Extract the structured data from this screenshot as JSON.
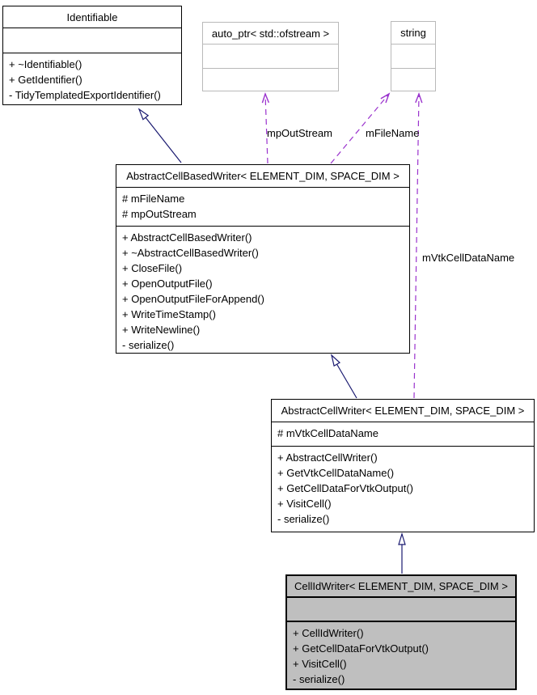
{
  "diagram_type": "uml-class-diagram",
  "colors": {
    "inheritance_arrow": "#191970",
    "usage_arrow": "#9a32cd",
    "highlight_fill": "#bfbfbf",
    "external_border": "#b9b9b9",
    "box_border": "#000000",
    "box_fill": "#ffffff"
  },
  "boxes": {
    "identifiable": {
      "title": "Identifiable",
      "attributes": [],
      "methods": [
        "+ ~Identifiable()",
        "+ GetIdentifier()",
        "- TidyTemplatedExportIdentifier()"
      ]
    },
    "auto_ptr": {
      "title": "auto_ptr< std::ofstream >",
      "attributes": [],
      "methods": []
    },
    "string": {
      "title": "string",
      "attributes": [],
      "methods": []
    },
    "abstract_cell_based_writer": {
      "title": "AbstractCellBasedWriter< ELEMENT_DIM, SPACE_DIM >",
      "attributes": [
        "# mFileName",
        "# mpOutStream"
      ],
      "methods": [
        "+ AbstractCellBasedWriter()",
        "+ ~AbstractCellBasedWriter()",
        "+ CloseFile()",
        "+ OpenOutputFile()",
        "+ OpenOutputFileForAppend()",
        "+ WriteTimeStamp()",
        "+ WriteNewline()",
        "- serialize()"
      ]
    },
    "abstract_cell_writer": {
      "title": "AbstractCellWriter< ELEMENT_DIM, SPACE_DIM >",
      "attributes": [
        "# mVtkCellDataName"
      ],
      "methods": [
        "+ AbstractCellWriter()",
        "+ GetVtkCellDataName()",
        "+ GetCellDataForVtkOutput()",
        "+ VisitCell()",
        "- serialize()"
      ]
    },
    "cell_id_writer": {
      "title": "CellIdWriter< ELEMENT_DIM, SPACE_DIM >",
      "attributes": [],
      "methods": [
        "+ CellIdWriter()",
        "+ GetCellDataForVtkOutput()",
        "+ VisitCell()",
        "- serialize()"
      ]
    }
  },
  "edge_labels": {
    "mp_out_stream": "mpOutStream",
    "m_file_name": "mFileName",
    "m_vtk_cell_data_name": "mVtkCellDataName"
  }
}
